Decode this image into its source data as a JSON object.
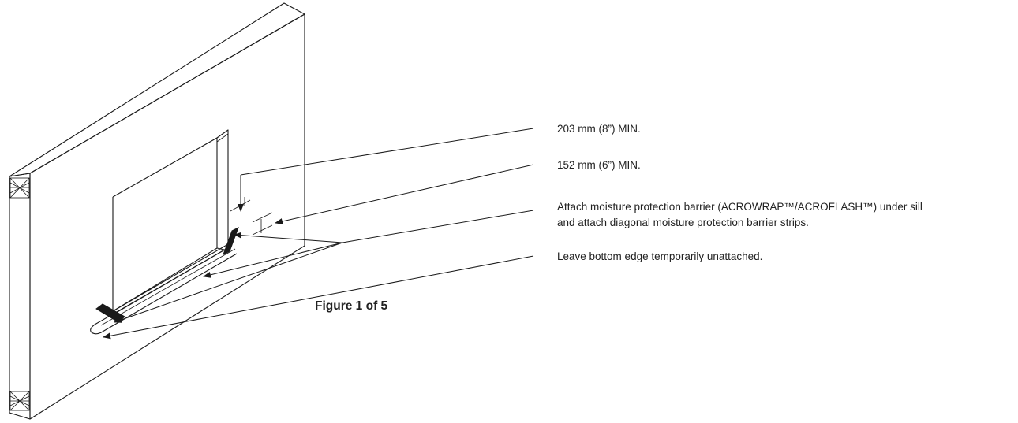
{
  "callouts": {
    "min_203": "203 mm (8”) MIN.",
    "min_152": "152 mm (6”) MIN.",
    "attach_line1": "Attach moisture protection barrier (ACROWRAP™/ACROFLASH™) under sill",
    "attach_line2": "and attach diagonal moisture protection barrier strips.",
    "leave_edge": "Leave bottom edge temporarily unattached."
  },
  "figure_caption": "Figure 1 of 5",
  "colors": {
    "line": "#1a1a1a",
    "text": "#222222",
    "background": "#ffffff"
  }
}
